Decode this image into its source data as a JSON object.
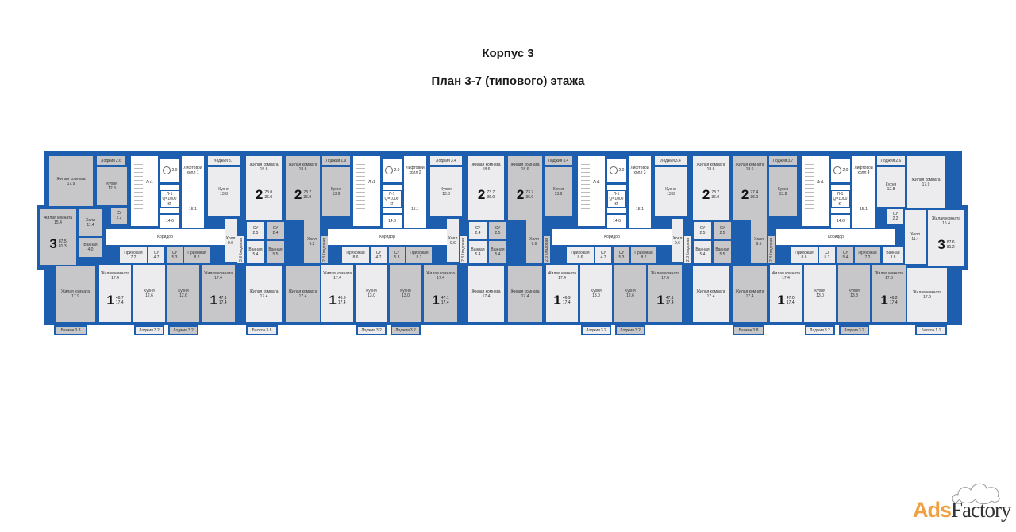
{
  "header": {
    "building": "Корпус 3",
    "plan": "План 3-7 (типового) этажа"
  },
  "watermark": {
    "part1": "Ads",
    "part2": "Factory"
  },
  "colors": {
    "wall": "#1d5fae",
    "light": "#ececee",
    "dark": "#c7c7c9"
  },
  "ends": {
    "left": {
      "rooms": [
        {
          "id": "l_living",
          "name": "Жилая комната",
          "area": "17.9",
          "tone": "dark"
        },
        {
          "id": "l_loggia",
          "name": "Лоджия",
          "area": "2.6",
          "tone": "dark"
        },
        {
          "id": "l_kitchen",
          "name": "Кухня",
          "area": "12.3",
          "tone": "dark"
        },
        {
          "id": "l_su",
          "name": "СУ",
          "area": "2.2",
          "tone": "dark"
        },
        {
          "id": "l_living2",
          "name": "Жилая комната",
          "area": "15.4",
          "tone": "dark"
        },
        {
          "id": "l_hall",
          "name": "Холл",
          "area": "11.4",
          "tone": "dark"
        },
        {
          "id": "l_bath",
          "name": "Ванная",
          "area": "4.0",
          "tone": "dark"
        },
        {
          "id": "l_living3",
          "name": "Жилая комната",
          "area": "17.9",
          "tone": "dark"
        },
        {
          "id": "l_balcony",
          "name": "Балкон",
          "area": "3.8",
          "tone": "dark"
        }
      ],
      "apartments": [
        {
          "at": "l_living2",
          "rooms": "3",
          "total": "87.5",
          "living": "81.3"
        }
      ]
    },
    "right": {
      "rooms": [
        {
          "id": "r_loggia",
          "name": "Лоджия",
          "area": "2.6",
          "tone": "light"
        },
        {
          "id": "r_kitchen",
          "name": "Кухня",
          "area": "12.8",
          "tone": "light"
        },
        {
          "id": "r_su",
          "name": "СУ",
          "area": "2.2",
          "tone": "light"
        },
        {
          "id": "r_living",
          "name": "Жилая комната",
          "area": "17.9",
          "tone": "light"
        },
        {
          "id": "r_hall",
          "name": "Холл",
          "area": "11.4",
          "tone": "light"
        },
        {
          "id": "r_living2",
          "name": "Жилая комната",
          "area": "15.4",
          "tone": "light"
        },
        {
          "id": "r_bath",
          "name": "Ванная",
          "area": "3.8",
          "tone": "light"
        },
        {
          "id": "r_living3",
          "name": "Жилая комната",
          "area": "17.9",
          "tone": "light"
        },
        {
          "id": "r_balcony",
          "name": "Балкон",
          "area": "1.1",
          "tone": "light"
        }
      ],
      "apartments": [
        {
          "at": "r_living2",
          "rooms": "3",
          "total": "87.6",
          "living": "81.2"
        }
      ]
    }
  },
  "sections": [
    {
      "stair": "Лн1",
      "shaft_area": "2.0",
      "lift": "Л-1",
      "lift_capacity": "Q=1000 кг",
      "lift_hall": "Лифтовой холл 1",
      "lift_hall_area": "15.1",
      "vestibule_area": "14.6",
      "corridor": "Коридор",
      "rooms": [
        {
          "id": "ta_loggia",
          "name": "Лоджия",
          "area": "3.7",
          "tone": "light"
        },
        {
          "id": "ta_kitchen",
          "name": "Кухня",
          "area": "13.8",
          "tone": "light"
        },
        {
          "id": "ta_living",
          "name": "Жилая комната",
          "area": "18.6",
          "tone": "light"
        },
        {
          "id": "ta_hall",
          "name": "Холл",
          "area": "9.6",
          "tone": "light"
        },
        {
          "id": "ta_su",
          "name": "СУ",
          "area": "2.5",
          "tone": "light"
        },
        {
          "id": "ta_bath",
          "name": "Ванная",
          "area": "5.4",
          "tone": "light"
        },
        {
          "id": "ta_klad",
          "name": "Кладовая",
          "area": "2.8",
          "tone": "light"
        },
        {
          "id": "ta_living2",
          "name": "Жилая комната",
          "area": "17.4",
          "tone": "light"
        },
        {
          "id": "tb_loggia",
          "name": "Лоджия",
          "area": "1.9",
          "tone": "dark"
        },
        {
          "id": "tb_kitchen",
          "name": "Кухня",
          "area": "13.9",
          "tone": "dark"
        },
        {
          "id": "tb_living",
          "name": "Жилая комната",
          "area": "18.6",
          "tone": "dark"
        },
        {
          "id": "tb_hall",
          "name": "Холл",
          "area": "9.2",
          "tone": "dark"
        },
        {
          "id": "tb_su",
          "name": "СУ",
          "area": "2.4",
          "tone": "dark"
        },
        {
          "id": "tb_bath",
          "name": "Ванная",
          "area": "5.5",
          "tone": "dark"
        },
        {
          "id": "tb_klad",
          "name": "Кладовая",
          "area": "2.8",
          "tone": "dark"
        },
        {
          "id": "tb_living2",
          "name": "Жилая комната",
          "area": "17.4",
          "tone": "dark"
        },
        {
          "id": "p1_entry",
          "name": "Прихожая",
          "area": "7.2",
          "tone": "light"
        },
        {
          "id": "p1_living",
          "name": "Жилая комната",
          "area": "17.4",
          "tone": "light"
        },
        {
          "id": "p1_kitchen",
          "name": "Кухня",
          "area": "12.6",
          "tone": "light"
        },
        {
          "id": "p1_su",
          "name": "СУ",
          "area": "4.7",
          "tone": "light"
        },
        {
          "id": "p1_loggia",
          "name": "Лоджия",
          "area": "3.2",
          "tone": "light"
        },
        {
          "id": "p2_su",
          "name": "СУ",
          "area": "5.3",
          "tone": "dark"
        },
        {
          "id": "p2_entry",
          "name": "Прихожая",
          "area": "8.2",
          "tone": "dark"
        },
        {
          "id": "p2_kitchen",
          "name": "Кухня",
          "area": "12.6",
          "tone": "dark"
        },
        {
          "id": "p2_living",
          "name": "Жилая комната",
          "area": "17.4",
          "tone": "dark"
        },
        {
          "id": "p2_loggia",
          "name": "Лоджия",
          "area": "3.2",
          "tone": "dark"
        },
        {
          "id": "balcony_a",
          "name": "Балкон",
          "area": "3.8",
          "tone": "light"
        }
      ],
      "apartments": [
        {
          "at": "ta_living",
          "rooms": "2",
          "total": "73.0",
          "living": "36.0"
        },
        {
          "at": "tb_living",
          "rooms": "2",
          "total": "73.7",
          "living": "36.0"
        },
        {
          "at": "p1_living",
          "rooms": "1",
          "total": "48.7",
          "living": "17.4"
        },
        {
          "at": "p2_living",
          "rooms": "1",
          "total": "47.1",
          "living": "17.4"
        }
      ]
    },
    {
      "stair": "Лн1",
      "shaft_area": "2.0",
      "lift": "Л-1",
      "lift_capacity": "Q=1000 кг",
      "lift_hall": "Лифтовой холл 2",
      "lift_hall_area": "15.1",
      "vestibule_area": "14.6",
      "corridor": "Коридор",
      "rooms": [
        {
          "id": "ta_loggia",
          "name": "Лоджия",
          "area": "3.4",
          "tone": "light"
        },
        {
          "id": "ta_kitchen",
          "name": "Кухня",
          "area": "13.8",
          "tone": "light"
        },
        {
          "id": "ta_living",
          "name": "Жилая комната",
          "area": "18.6",
          "tone": "light"
        },
        {
          "id": "ta_hall",
          "name": "Холл",
          "area": "9.6",
          "tone": "light"
        },
        {
          "id": "ta_su",
          "name": "СУ",
          "area": "2.4",
          "tone": "light"
        },
        {
          "id": "ta_bath",
          "name": "Ванная",
          "area": "5.4",
          "tone": "light"
        },
        {
          "id": "ta_klad",
          "name": "Кладовая",
          "area": "2.8",
          "tone": "light"
        },
        {
          "id": "ta_living2",
          "name": "Жилая комната",
          "area": "17.4",
          "tone": "light"
        },
        {
          "id": "tb_loggia",
          "name": "Лоджия",
          "area": "3.4",
          "tone": "dark"
        },
        {
          "id": "tb_kitchen",
          "name": "Кухня",
          "area": "13.9",
          "tone": "dark"
        },
        {
          "id": "tb_living",
          "name": "Жилая комната",
          "area": "18.6",
          "tone": "dark"
        },
        {
          "id": "tb_hall",
          "name": "Холл",
          "area": "9.6",
          "tone": "dark"
        },
        {
          "id": "tb_su",
          "name": "СУ",
          "area": "2.5",
          "tone": "dark"
        },
        {
          "id": "tb_bath",
          "name": "Ванная",
          "area": "5.4",
          "tone": "dark"
        },
        {
          "id": "tb_klad",
          "name": "Кладовая",
          "area": "2.8",
          "tone": "dark"
        },
        {
          "id": "tb_living2",
          "name": "Жилая комната",
          "area": "17.4",
          "tone": "dark"
        },
        {
          "id": "p1_entry",
          "name": "Прихожая",
          "area": "8.6",
          "tone": "light"
        },
        {
          "id": "p1_living",
          "name": "Жилая комната",
          "area": "17.4",
          "tone": "light"
        },
        {
          "id": "p1_kitchen",
          "name": "Кухня",
          "area": "13.0",
          "tone": "light"
        },
        {
          "id": "p1_su",
          "name": "СУ",
          "area": "4.7",
          "tone": "light"
        },
        {
          "id": "p1_loggia",
          "name": "Лоджия",
          "area": "3.2",
          "tone": "light"
        },
        {
          "id": "p2_su",
          "name": "СУ",
          "area": "5.3",
          "tone": "dark"
        },
        {
          "id": "p2_entry",
          "name": "Прихожая",
          "area": "8.2",
          "tone": "dark"
        },
        {
          "id": "p2_kitchen",
          "name": "Кухня",
          "area": "13.0",
          "tone": "dark"
        },
        {
          "id": "p2_living",
          "name": "Жилая комната",
          "area": "17.4",
          "tone": "dark"
        },
        {
          "id": "p2_loggia",
          "name": "Лоджия",
          "area": "3.2",
          "tone": "dark"
        }
      ],
      "apartments": [
        {
          "at": "ta_living",
          "rooms": "2",
          "total": "73.7",
          "living": "36.0"
        },
        {
          "at": "tb_living",
          "rooms": "2",
          "total": "73.7",
          "living": "36.0"
        },
        {
          "at": "p1_living",
          "rooms": "1",
          "total": "46.9",
          "living": "17.4"
        },
        {
          "at": "p2_living",
          "rooms": "1",
          "total": "47.1",
          "living": "17.4"
        }
      ]
    },
    {
      "stair": "Лн1",
      "shaft_area": "2.0",
      "lift": "Л-1",
      "lift_capacity": "Q=1000 кг",
      "lift_hall": "Лифтовой холл 3",
      "lift_hall_area": "15.1",
      "vestibule_area": "14.6",
      "corridor": "Коридор",
      "rooms": [
        {
          "id": "ta_loggia",
          "name": "Лоджия",
          "area": "3.4",
          "tone": "light"
        },
        {
          "id": "ta_kitchen",
          "name": "Кухня",
          "area": "13.8",
          "tone": "light"
        },
        {
          "id": "ta_living",
          "name": "Жилая комната",
          "area": "18.6",
          "tone": "light"
        },
        {
          "id": "ta_hall",
          "name": "Холл",
          "area": "9.6",
          "tone": "light"
        },
        {
          "id": "ta_su",
          "name": "СУ",
          "area": "2.5",
          "tone": "light"
        },
        {
          "id": "ta_bath",
          "name": "Ванная",
          "area": "5.4",
          "tone": "light"
        },
        {
          "id": "ta_klad",
          "name": "Кладовая",
          "area": "2.8",
          "tone": "light"
        },
        {
          "id": "ta_living2",
          "name": "Жилая комната",
          "area": "17.4",
          "tone": "light"
        },
        {
          "id": "tb_loggia",
          "name": "Лоджия",
          "area": "3.7",
          "tone": "dark"
        },
        {
          "id": "tb_kitchen",
          "name": "Кухня",
          "area": "13.8",
          "tone": "dark"
        },
        {
          "id": "tb_living",
          "name": "Жилая комната",
          "area": "18.6",
          "tone": "dark"
        },
        {
          "id": "tb_hall",
          "name": "Холл",
          "area": "9.5",
          "tone": "dark"
        },
        {
          "id": "tb_su",
          "name": "СУ",
          "area": "2.5",
          "tone": "dark"
        },
        {
          "id": "tb_bath",
          "name": "Ванная",
          "area": "5.5",
          "tone": "dark"
        },
        {
          "id": "tb_klad",
          "name": "Кладовая",
          "area": "2.8",
          "tone": "dark"
        },
        {
          "id": "tb_living2",
          "name": "Жилая комната",
          "area": "17.4",
          "tone": "dark"
        },
        {
          "id": "p1_entry",
          "name": "Прихожая",
          "area": "8.6",
          "tone": "light"
        },
        {
          "id": "p1_living",
          "name": "Жилая комната",
          "area": "17.4",
          "tone": "light"
        },
        {
          "id": "p1_kitchen",
          "name": "Кухня",
          "area": "13.0",
          "tone": "light"
        },
        {
          "id": "p1_su",
          "name": "СУ",
          "area": "4.7",
          "tone": "light"
        },
        {
          "id": "p1_loggia",
          "name": "Лоджия",
          "area": "3.2",
          "tone": "light"
        },
        {
          "id": "p2_su",
          "name": "СУ",
          "area": "5.3",
          "tone": "dark"
        },
        {
          "id": "p2_entry",
          "name": "Прихожая",
          "area": "8.2",
          "tone": "dark"
        },
        {
          "id": "p2_kitchen",
          "name": "Кухня",
          "area": "12.6",
          "tone": "dark"
        },
        {
          "id": "p2_living",
          "name": "Жилая комната",
          "area": "17.6",
          "tone": "dark"
        },
        {
          "id": "p2_loggia",
          "name": "Лоджия",
          "area": "3.2",
          "tone": "dark"
        },
        {
          "id": "balcony_b",
          "name": "Балкон",
          "area": "3.8",
          "tone": "dark"
        }
      ],
      "apartments": [
        {
          "at": "ta_living",
          "rooms": "2",
          "total": "73.7",
          "living": "36.0"
        },
        {
          "at": "tb_living",
          "rooms": "2",
          "total": "77.4",
          "living": "36.0"
        },
        {
          "at": "p1_living",
          "rooms": "1",
          "total": "46.9",
          "living": "17.4"
        },
        {
          "at": "p2_living",
          "rooms": "1",
          "total": "47.1",
          "living": "17.4"
        }
      ]
    },
    {
      "stair": "Лн1",
      "shaft_area": "2.0",
      "lift": "Л-1",
      "lift_capacity": "Q=1000 кг",
      "lift_hall": "Лифтовой холл 4",
      "lift_hall_area": "15.1",
      "vestibule_area": "14.6",
      "corridor": "Коридор",
      "rooms": [
        {
          "id": "p1_entry",
          "name": "Прихожая",
          "area": "8.6",
          "tone": "light"
        },
        {
          "id": "p1_living",
          "name": "Жилая комната",
          "area": "17.4",
          "tone": "light"
        },
        {
          "id": "p1_kitchen",
          "name": "Кухня",
          "area": "13.0",
          "tone": "light"
        },
        {
          "id": "p1_su",
          "name": "СУ",
          "area": "5.1",
          "tone": "light"
        },
        {
          "id": "p1_loggia",
          "name": "Лоджия",
          "area": "3.2",
          "tone": "light"
        },
        {
          "id": "p2_su",
          "name": "СУ",
          "area": "5.4",
          "tone": "dark"
        },
        {
          "id": "p2_entry",
          "name": "Прихожая",
          "area": "7.2",
          "tone": "dark"
        },
        {
          "id": "p2_kitchen",
          "name": "Кухня",
          "area": "13.8",
          "tone": "dark"
        },
        {
          "id": "p2_living",
          "name": "Жилая комната",
          "area": "17.6",
          "tone": "dark"
        },
        {
          "id": "p2_loggia",
          "name": "Лоджия",
          "area": "3.2",
          "tone": "dark"
        }
      ],
      "apartments": [
        {
          "at": "p1_living",
          "rooms": "1",
          "total": "47.0",
          "living": "17.4"
        },
        {
          "at": "p2_living",
          "rooms": "1",
          "total": "46.2",
          "living": "17.4"
        }
      ]
    }
  ]
}
